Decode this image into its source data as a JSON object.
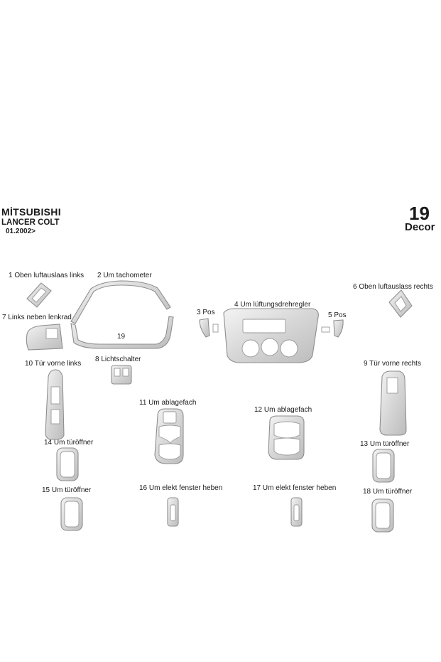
{
  "header": {
    "brand": "MİTSUBISHI",
    "model": "LANCER COLT",
    "date": "01.2002>",
    "piece_count": "19",
    "decor": "Decor"
  },
  "parts": [
    {
      "label": "1 Oben luftauslaas links"
    },
    {
      "label": "2 Um tachometer"
    },
    {
      "label": "3 Pos"
    },
    {
      "label": "4 Um lüftungsdrehregler"
    },
    {
      "label": "5 Pos"
    },
    {
      "label": "6 Oben luftauslass rechts"
    },
    {
      "label": "7 Links neben lenkrad"
    },
    {
      "label": "19"
    },
    {
      "label": "8 Lichtschalter"
    },
    {
      "label": "10 Tür vorne links"
    },
    {
      "label": "9 Tür vorne rechts"
    },
    {
      "label": "11 Um ablagefach"
    },
    {
      "label": "12 Um ablagefach"
    },
    {
      "label": "14 Um türöffner"
    },
    {
      "label": "13 Um türöffner"
    },
    {
      "label": "15 Um türöffner"
    },
    {
      "label": "16 Um elekt fenster heben"
    },
    {
      "label": "17 Um elekt fenster heben"
    },
    {
      "label": "18 Um türöffner"
    }
  ],
  "colors": {
    "trim_light": "#f2f2f2",
    "trim_dark": "#bdbdbd"
  }
}
